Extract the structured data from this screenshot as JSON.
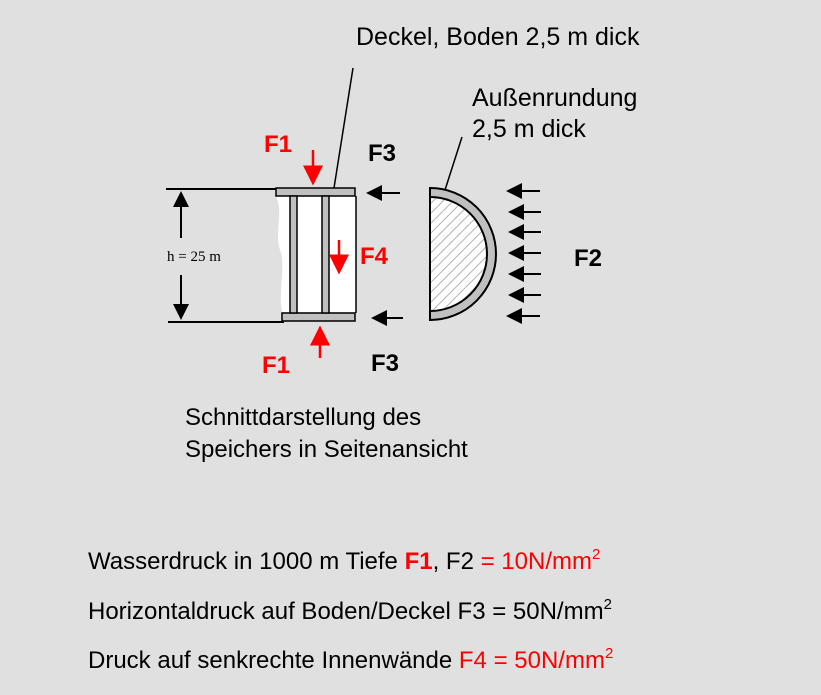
{
  "labels": {
    "lid_bottom": "Deckel, Boden 2,5 m dick",
    "outer_round_1": "Außenrundung",
    "outer_round_2": "2,5 m dick",
    "f1_top": "F1",
    "f1_bottom": "F1",
    "f3_top": "F3",
    "f3_bottom": "F3",
    "f4": "F4",
    "f2": "F2",
    "height": "h = 25 m",
    "caption_1": "Schnittdarstellung des",
    "caption_2": "Speichers in Seitenansicht"
  },
  "lines": [
    {
      "pre": "Wasserdruck in 1000 m Tiefe ",
      "f_red": "F1",
      "mid": ", F2 ",
      "value": " = 10N/mm",
      "sup": "2"
    },
    {
      "text": "Horizontaldruck auf Boden/Deckel  F3 = 50N/mm",
      "sup": "2"
    },
    {
      "pre": "Druck auf senkrechte Innenwände  ",
      "value": "F4 = 50N/mm",
      "sup": "2"
    }
  ],
  "colors": {
    "accent": "#ff0000",
    "plate": "#c0c0c0",
    "background": "#e0e0e0"
  }
}
